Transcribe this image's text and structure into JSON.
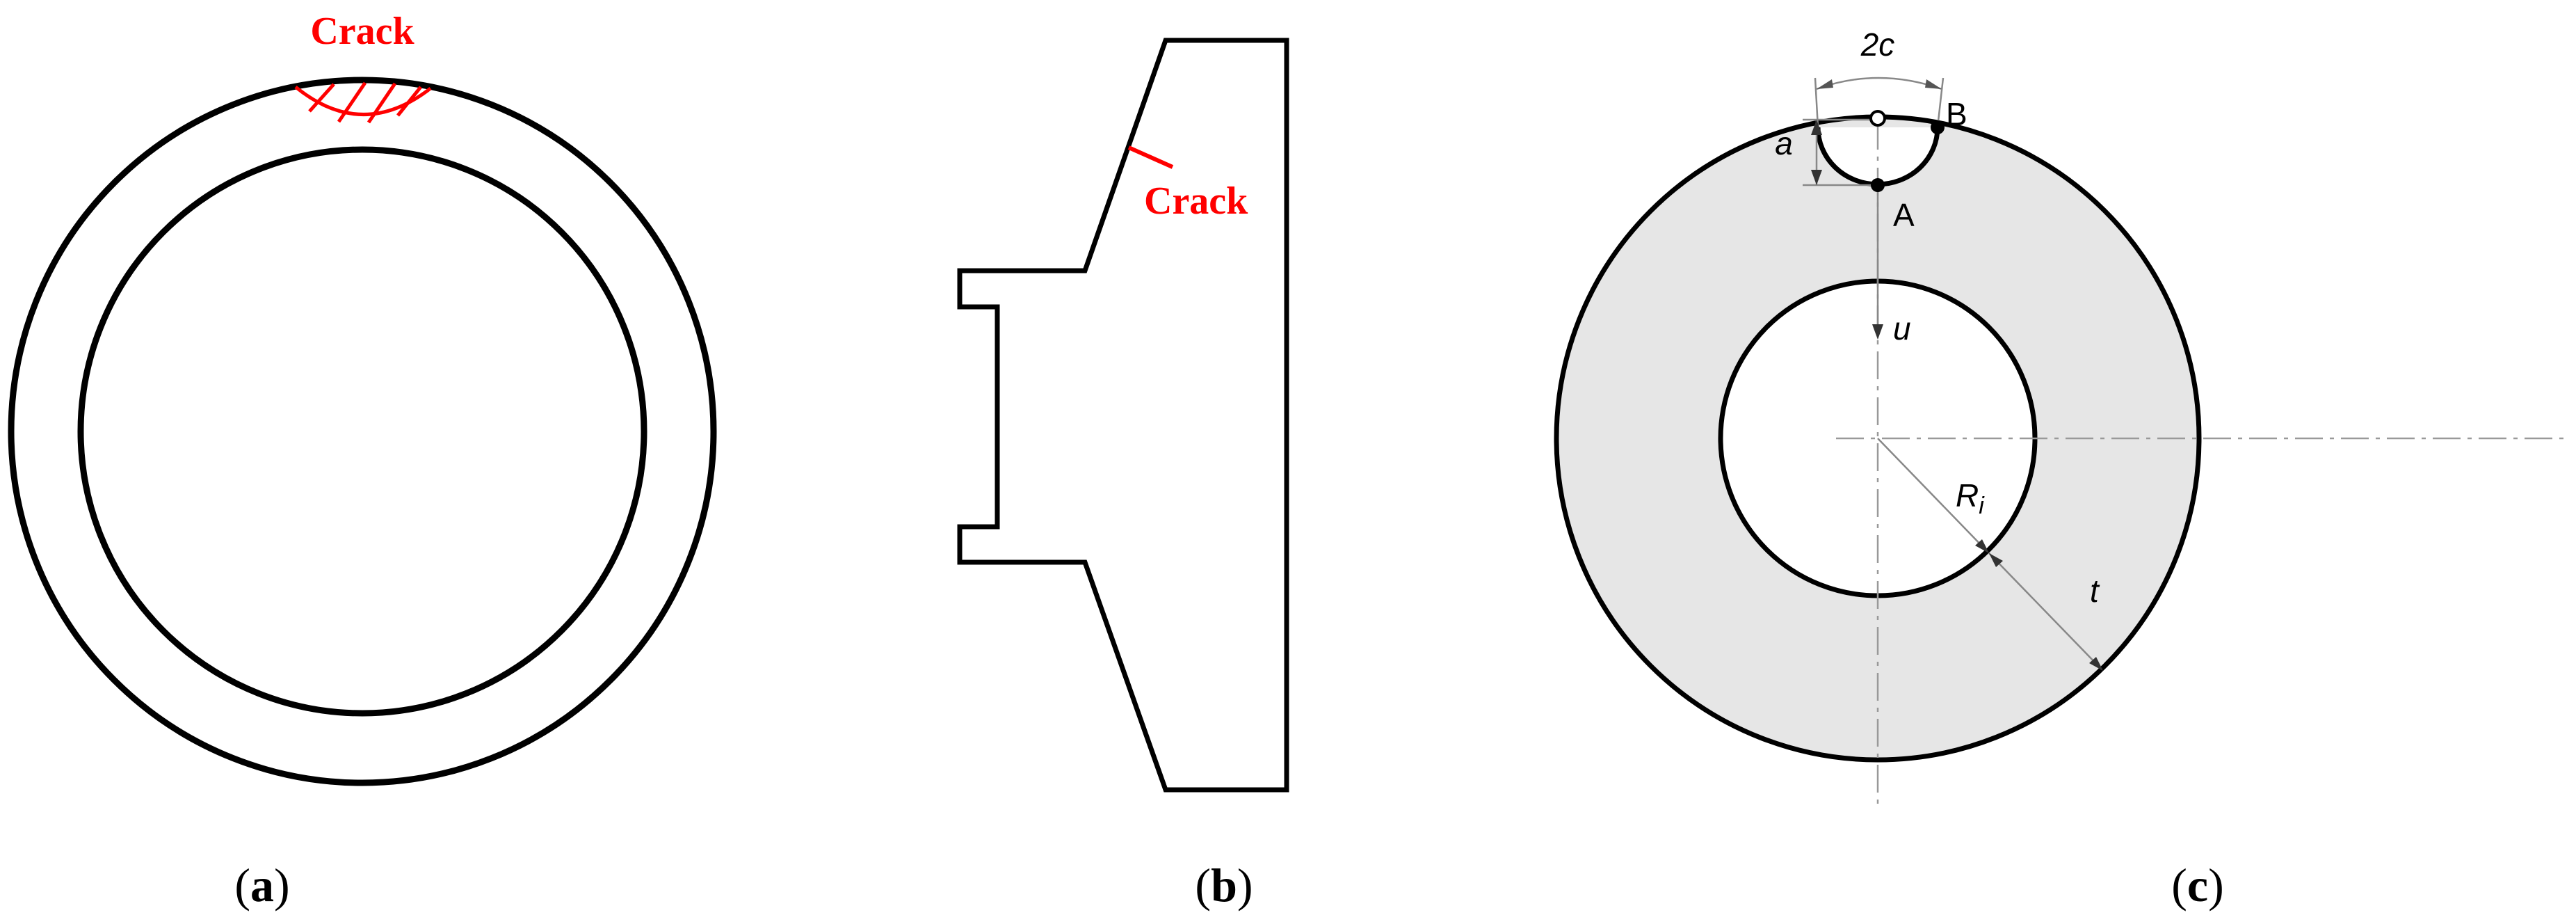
{
  "colors": {
    "outline": "#000000",
    "crack": "#ff0000",
    "section_fill": "#e6e6e6",
    "dim_line": "#888888",
    "background": "#ffffff"
  },
  "panel_a": {
    "crack_label": "Crack",
    "caption": {
      "open": "(",
      "letter": "a",
      "close": ")"
    }
  },
  "panel_b": {
    "crack_label": "Crack",
    "caption": {
      "open": "(",
      "letter": "b",
      "close": ")"
    }
  },
  "panel_c": {
    "labels": {
      "crack_width": "2c",
      "crack_depth": "a",
      "point_a": "A",
      "point_b": "B",
      "coordinate": "u",
      "inner_radius": "R",
      "inner_radius_sub": "i",
      "thickness": "t"
    },
    "caption": {
      "open": "(",
      "letter": "c",
      "close": ")"
    }
  }
}
